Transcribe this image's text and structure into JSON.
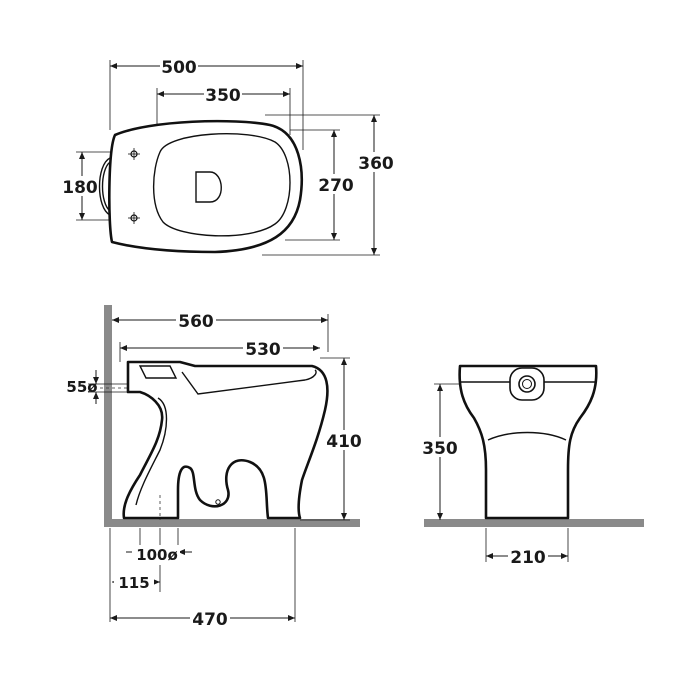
{
  "dimensions": {
    "top_view": {
      "overall_width": "500",
      "seat_width": "350",
      "seat_depth": "270",
      "overall_depth": "360",
      "fixing_spacing": "180"
    },
    "side_view": {
      "overall_length": "560",
      "bowl_length": "530",
      "inlet_diameter": "55ø",
      "height": "410",
      "outlet_diameter": "100ø",
      "outlet_offset": "115",
      "base_length": "470"
    },
    "front_view": {
      "height": "350",
      "base_width": "210"
    }
  },
  "colors": {
    "line": "#111111",
    "floor": "#8a8a8a"
  }
}
